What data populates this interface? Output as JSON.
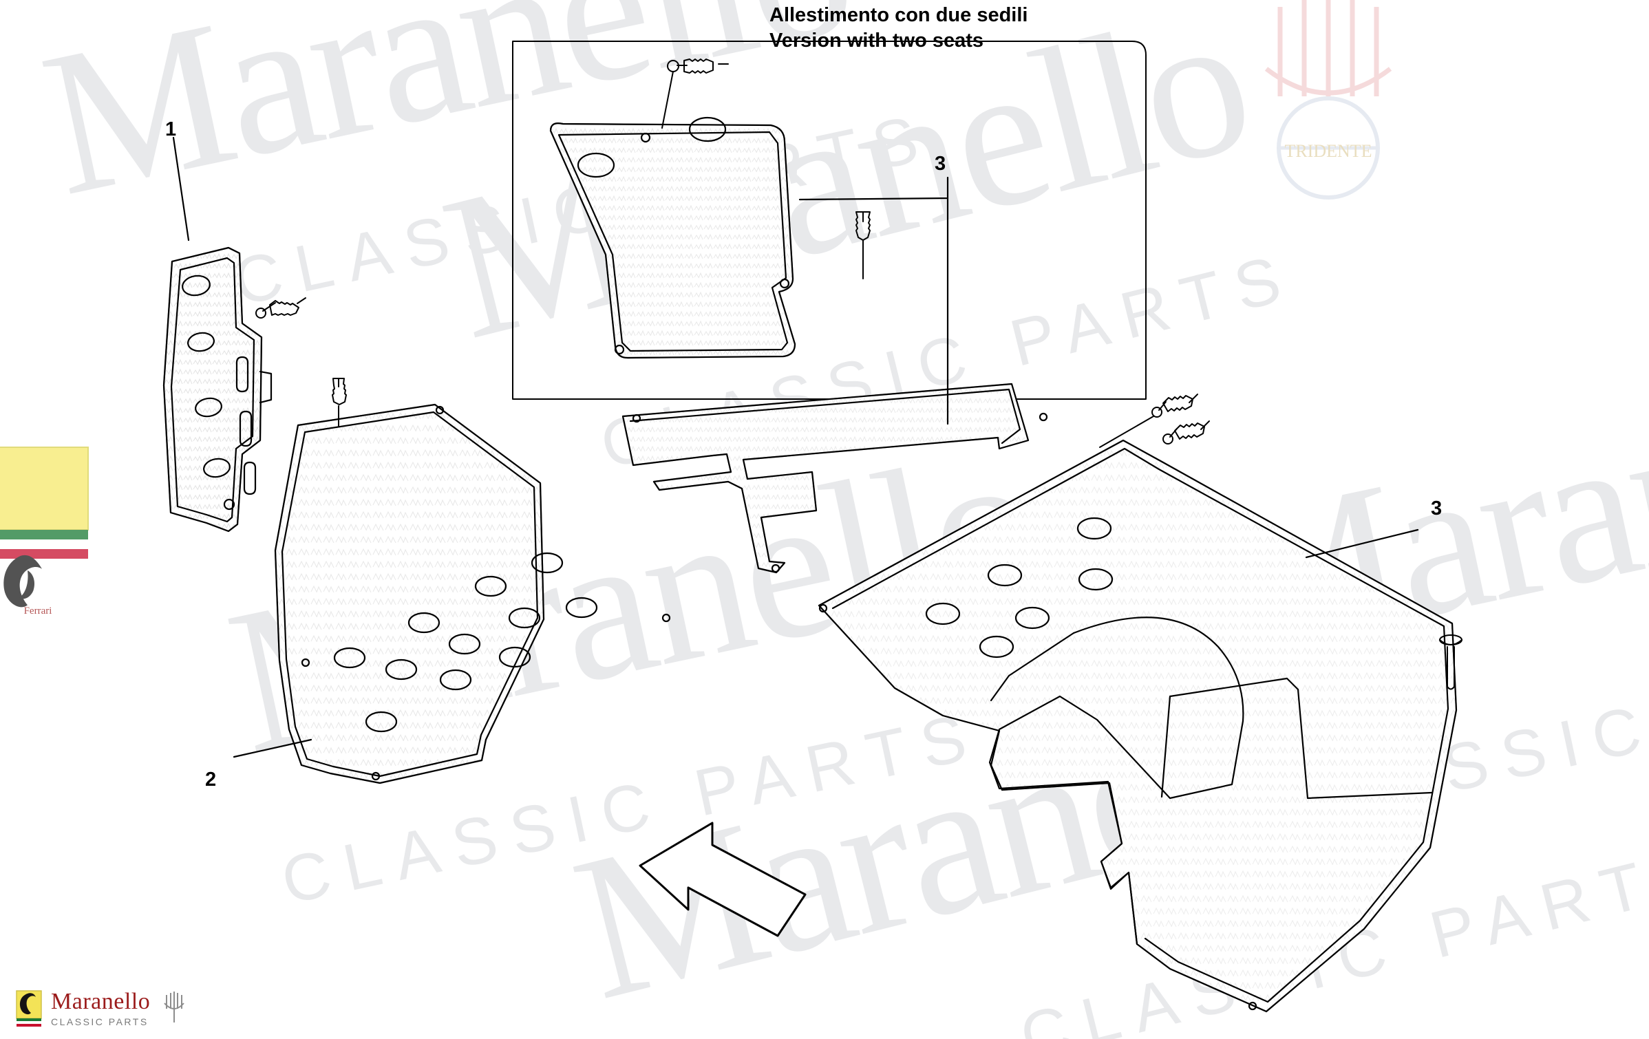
{
  "document": {
    "title_it": "Allestimento con due sedili",
    "title_en": "Version with two seats"
  },
  "callouts": [
    {
      "id": "c1",
      "label": "1"
    },
    {
      "id": "c2",
      "label": "2"
    },
    {
      "id": "c3a",
      "label": "3"
    },
    {
      "id": "c3b",
      "label": "3"
    }
  ],
  "branding": {
    "name": "Maranello",
    "tagline": "CLASSIC PARTS"
  },
  "watermarks": {
    "word": "Maranello",
    "sub": "CLASSIC PARTS"
  },
  "colors": {
    "line": "#000000",
    "watermark": "#e8e9eb",
    "brand_red": "#9b1b1b"
  }
}
